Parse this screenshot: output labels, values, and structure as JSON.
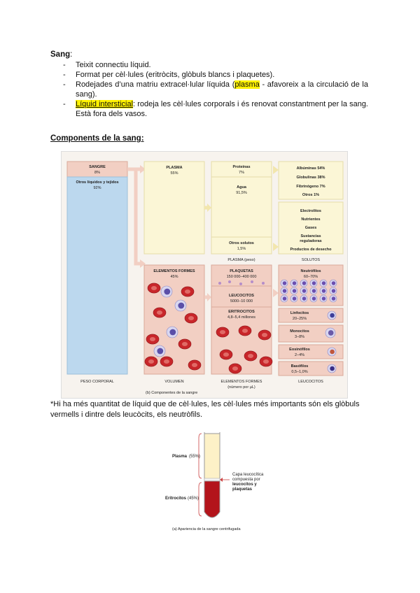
{
  "heading": {
    "label": "Sang",
    "suffix": ":"
  },
  "bullets": [
    {
      "dash": "-",
      "text": "Teixit connectiu líquid."
    },
    {
      "dash": "-",
      "text": "Format per cèl·lules (eritròcits, glòbuls blancs i plaquetes)."
    },
    {
      "dash": "-",
      "pre": "Rodejades d’una matriu extracel·lular líquida (",
      "highlight": "plasma",
      "post": " - afavoreix a la circulació de la sang)."
    },
    {
      "dash": "-",
      "highlight": "Líquid intersticial",
      "post": ": rodeja les cèl·lules corporals i és renovat constantment per la sang. Està fora dels vasos."
    }
  ],
  "subheading": "Components de la sang:",
  "figure1": {
    "sangre": "SANGRE",
    "sangre_pct": "8%",
    "otros": "Otros líquidos y tejidos",
    "otros_pct": "92%",
    "plasma": "PLASMA",
    "plasma_pct": "55%",
    "proteinas": "Proteínas",
    "proteinas_pct": "7%",
    "agua": "Agua",
    "agua_pct": "91,5%",
    "otros_solutos": "Otros solutos",
    "otros_solutos_pct": "1,5%",
    "albuminas": "Albúminas 54%",
    "globulinas": "Globulinas 38%",
    "fibrinogeno": "Fibrinógeno 7%",
    "otros1": "Otros 1%",
    "electrolitos": "Electrolitos",
    "nutrientes": "Nutrientes",
    "gases": "Gases",
    "sustancias": "Sustancias",
    "reguladoras": "reguladoras",
    "productos": "Productos de desecho",
    "plasma_peso": "PLASMA (peso)",
    "solutos": "SOLUTOS",
    "elementos": "ELEMENTOS FORMES",
    "elementos_pct": "45%",
    "plaquetas": "PLAQUETAS",
    "plaquetas_n": "150 000–400 000",
    "leucocitos": "LEUCOCITOS",
    "leucocitos_n": "5000–10 000",
    "eritrocitos": "ERITROCITOS",
    "eritrocitos_n": "4,8–5,4 millones",
    "neutrofilos": "Neutrófilos",
    "neutrofilos_pct": "60–70%",
    "linfocitos": "Linfocitos",
    "linfocitos_pct": "20–25%",
    "monocitos": "Monocitos",
    "monocitos_pct": "3–8%",
    "eosinofilos": "Eosinófilos",
    "eosinofilos_pct": "2–4%",
    "basofilos": "Basófilos",
    "basofilos_pct": "0,5–1,0%",
    "peso_corporal": "PESO CORPORAL",
    "volumen": "VOLUMEN",
    "elementos_formes_cap": "ELEMENTOS FORMES",
    "numero_por": "(número por µL)",
    "leucocitos_cap": "LEUCOCITOS",
    "caption": "(b) Componentes de la sangre"
  },
  "note": "*Hi ha més quantitat de líquid que de cèl·lules, les cèl·lules més importants són els glòbuls vermells i dintre dels leucòcits, els neutròfils.",
  "figure2": {
    "plasma_label": "Plasma",
    "plasma_pct": "(55%)",
    "eritrocitos_label": "Eritrocitos",
    "eritrocitos_pct": "(45%)",
    "capa1": "Capa leucocítica",
    "capa2": "compuesta por",
    "capa3": "leucocitos y",
    "capa4": "plaquetas",
    "caption": "(a) Apariencia de la sangre centrifugada"
  },
  "colors": {
    "highlight": "#fff200",
    "plasma_box": "#fbf6d6",
    "blood_red": "#c8262a",
    "volume_blue": "#bcd8ee",
    "salmon": "#f2cfc3"
  }
}
